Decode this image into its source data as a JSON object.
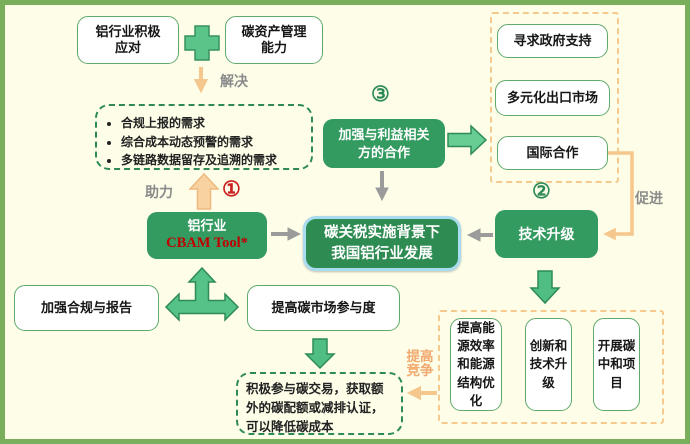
{
  "diagram": {
    "top": {
      "box_industry_response": "铝行业积极\n应对",
      "box_carbon_asset": "碳资产管理\n能力",
      "label_solve": "解决"
    },
    "needs": {
      "items": [
        "合规上报的需求",
        "综合成本动态预警的需求",
        "多链路数据留存及追溯的需求"
      ]
    },
    "labels": {
      "assist": "助力",
      "promote": "促进",
      "compete": "提高\n竞争",
      "num1": "①",
      "num2": "②",
      "num3": "③"
    },
    "cbam": {
      "line1": "铝行业",
      "line2": "CBAM Tool*"
    },
    "center_title": "碳关税实施背景下\n我国铝行业发展",
    "stakeholder": "加强与利益相关\n方的合作",
    "strategies_top": {
      "gov": "寻求政府支持",
      "export": "多元化出口市场",
      "intl": "国际合作"
    },
    "tech": "技术升级",
    "tech_measures": {
      "energy": "提高能源效率和能源结构优化",
      "innovation": "创新和技术升级",
      "neutral": "开展碳中和项目"
    },
    "bottom": {
      "compliance": "加强合规与报告",
      "market": "提高碳市场参与度",
      "trade_note": "积极参与碳交易，获取额外的碳配额或减排认证，可以降低碳成本"
    }
  },
  "colors": {
    "background": "#FDFDE8",
    "frame_green": "#79AE5A",
    "node_green": "#339A60",
    "node_border_green": "#5FA96B",
    "center_green": "#2E8B52",
    "center_border_blue": "#A9DCEE",
    "dash_green": "#2E8B57",
    "dash_orange": "#F6C98E",
    "arrow_gray": "#9B9B9B",
    "arrow_orange": "#F6C78C",
    "block_arrow_green": "#5BC489",
    "label_gray": "#8B8B8B",
    "accent_red": "#C00000"
  }
}
